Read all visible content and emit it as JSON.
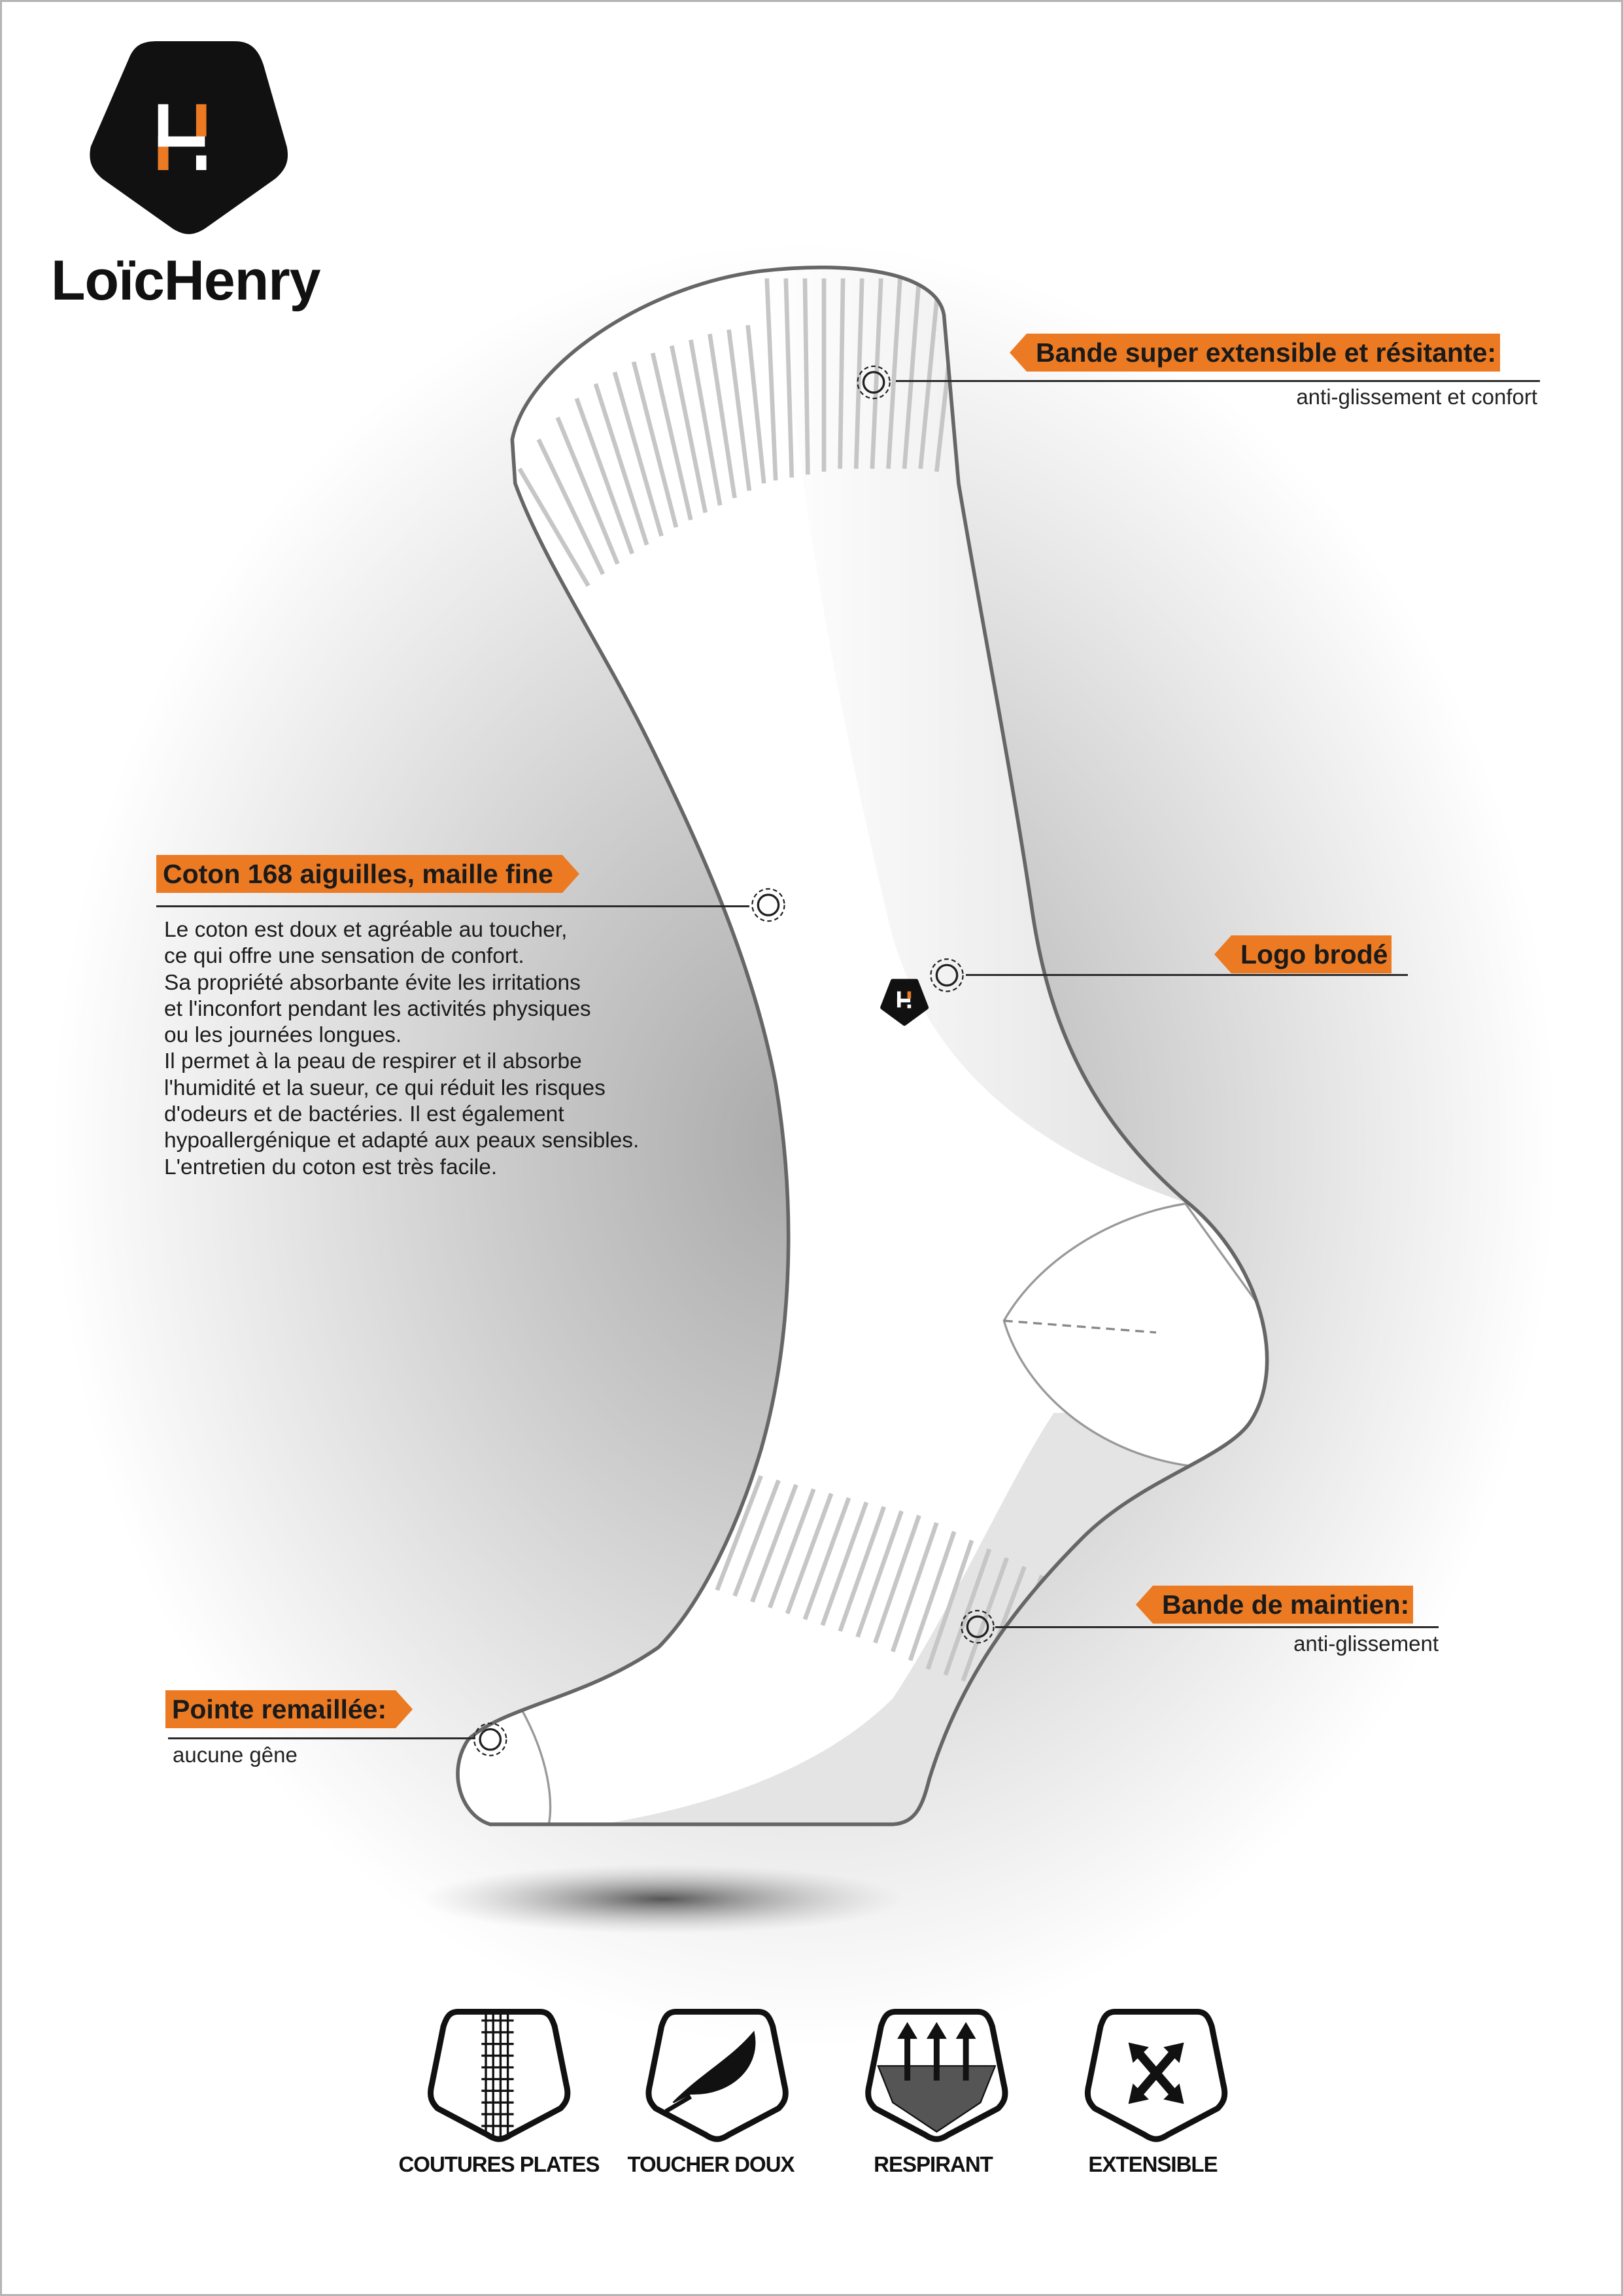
{
  "brand": {
    "name": "LoïcHenry",
    "accent_color": "#ec7a23",
    "dark_color": "#111111"
  },
  "callouts": {
    "cuff": {
      "title": "Bande super extensible et résitante:",
      "subtitle": "anti-glissement et confort"
    },
    "cotton": {
      "title": "Coton 168 aiguilles, maille fine",
      "lines": [
        "Le coton est doux et agréable au toucher,",
        "ce qui offre une sensation de confort.",
        "Sa propriété absorbante évite les irritations",
        "et l'inconfort pendant les activités physiques",
        "ou les journées longues.",
        "Il permet à la peau de respirer et il absorbe",
        "l'humidité et la sueur, ce qui réduit les risques",
        "d'odeurs et de bactéries. Il est également",
        "hypoallergénique et adapté aux peaux sensibles.",
        "L'entretien du coton est très facile."
      ]
    },
    "logo": {
      "title": "Logo brodé"
    },
    "support": {
      "title": "Bande de maintien:",
      "subtitle": "anti-glissement"
    },
    "toe": {
      "title": "Pointe remaillée:",
      "subtitle": "aucune gêne"
    }
  },
  "features": [
    {
      "label": "COUTURES PLATES",
      "icon": "flat-seam-icon"
    },
    {
      "label": "TOUCHER DOUX",
      "icon": "feather-icon"
    },
    {
      "label": "RESPIRANT",
      "icon": "breathable-icon"
    },
    {
      "label": "EXTENSIBLE",
      "icon": "stretch-icon"
    }
  ]
}
